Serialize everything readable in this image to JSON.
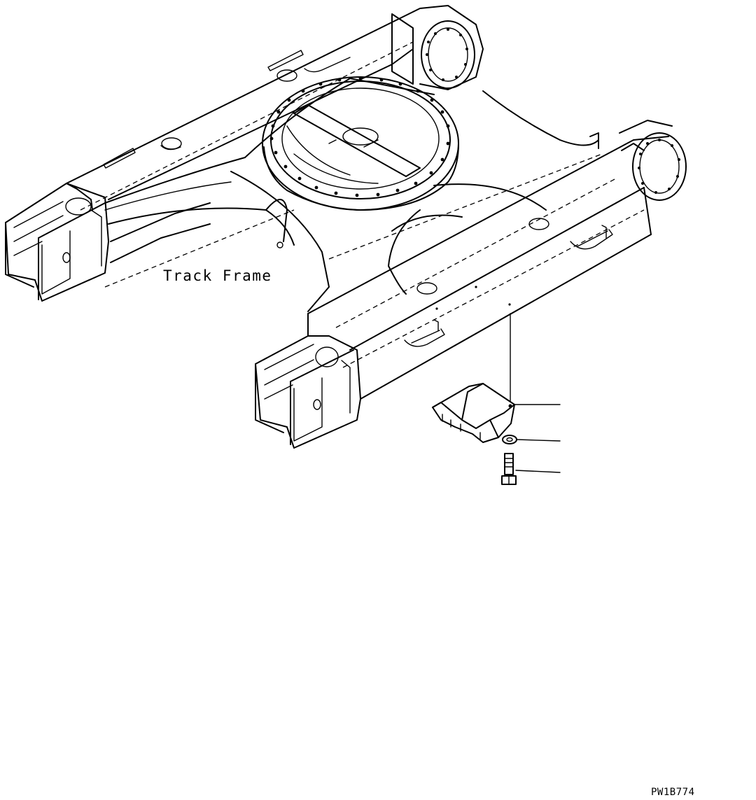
{
  "diagram": {
    "labels": {
      "track_frame": "Track Frame",
      "reference_code": "PW1B774"
    },
    "callouts": [
      {
        "part": "guard"
      },
      {
        "part": "washer"
      },
      {
        "part": "bolt"
      }
    ],
    "line_color": "#000000",
    "background_color": "#ffffff"
  }
}
